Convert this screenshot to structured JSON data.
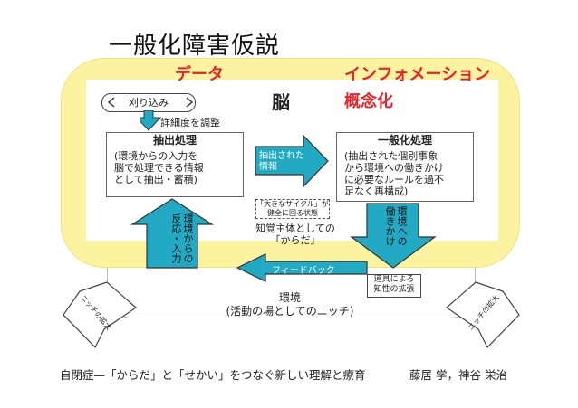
{
  "title": "一般化障害仮説",
  "labels": {
    "data": "データ",
    "information": "インフォメーション",
    "brain": "脳",
    "conceptualization": "概念化",
    "prune": "刈り込み",
    "adjust": "詳細度を調整"
  },
  "extract_box": {
    "heading": "抽出処理",
    "body": [
      "(環境からの入力を",
      "脳で処理できる情報",
      "として抽出・蓄積)"
    ]
  },
  "general_box": {
    "heading": "一般化処理",
    "body": [
      "(抽出された個別事象",
      "から環境への働きかけ",
      "に必要なルールを過不",
      "足なく再構成)"
    ]
  },
  "arrows": {
    "extracted_info": [
      "抽出された",
      "情報"
    ],
    "reaction_input": [
      "環境からの",
      "反応・入力"
    ],
    "act_on_env": [
      "環境への",
      "働きかけ"
    ],
    "feedback": "フィードバック"
  },
  "cycle_note": [
    "「大きなサイクル」が",
    "健全に回る状態"
  ],
  "body_subject": [
    "知覚主体としての",
    "「からだ」"
  ],
  "tool_box": [
    "道具による",
    "知性の拡張"
  ],
  "environment": [
    "環境",
    "(活動の場としてのニッチ)"
  ],
  "side_arrows": {
    "left": "ニッチの拡大",
    "right": "ニッチの拡大"
  },
  "footer": {
    "left": "自閉症—「からだ」と「せかい」をつなぐ新しい理解と療育",
    "right": "藤居 学，神谷 栄治"
  },
  "colors": {
    "teal": "#22a9c4",
    "yellow": "#fbf3a0",
    "red": "#e8232a"
  }
}
